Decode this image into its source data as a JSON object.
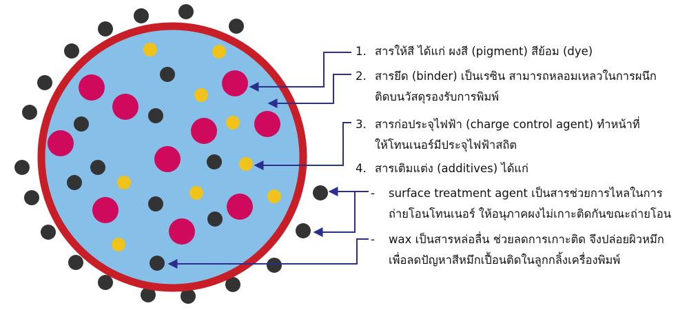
{
  "colors": {
    "particle_fill": "#86bfe8",
    "particle_ring": "#c81e28",
    "pigment": "#cf0a5c",
    "binder_dot": "#f0c21c",
    "additive_dot": "#333333",
    "arrow": "#2b2f8c"
  },
  "labels": {
    "item1": {
      "num": "1.",
      "text": "สารให้สี ได้แก่ ผงสี (pigment) สีย้อม (dye)"
    },
    "item2": {
      "num": "2.",
      "line1": "สารยึด (binder) เป็นเรซิน สามารถหลอมเหลวในการผนึก",
      "line2": "ติดบนวัสดุรองรับการพิมพ์"
    },
    "item3": {
      "num": "3.",
      "line1": "สารก่อประจุไฟฟ้า (charge control agent) ทำหน้าที่",
      "line2": "ให้โทนเนอร์มีประจุไฟฟ้าสถิต"
    },
    "item4": {
      "num": "4.",
      "text": "สารเติมแต่ง (additives) ได้แก่"
    },
    "sub1": {
      "dash": "-",
      "line1": "surface treatment agent เป็นสารช่วยการไหลในการ",
      "line2": "ถ่ายโอนโทนเนอร์ ให้อนุภาคผงไม่เกาะติดกันขณะถ่ายโอน"
    },
    "sub2": {
      "dash": "-",
      "line1": "wax เป็นสารหล่อลื่น ช่วยลดการเกาะติด จึงปล่อยผิวหมึก",
      "line2": "เพื่อลดปัญหาสีหมึกเปื้อนติดในลูกกลิ้งเครื่องพิมพ์"
    }
  }
}
